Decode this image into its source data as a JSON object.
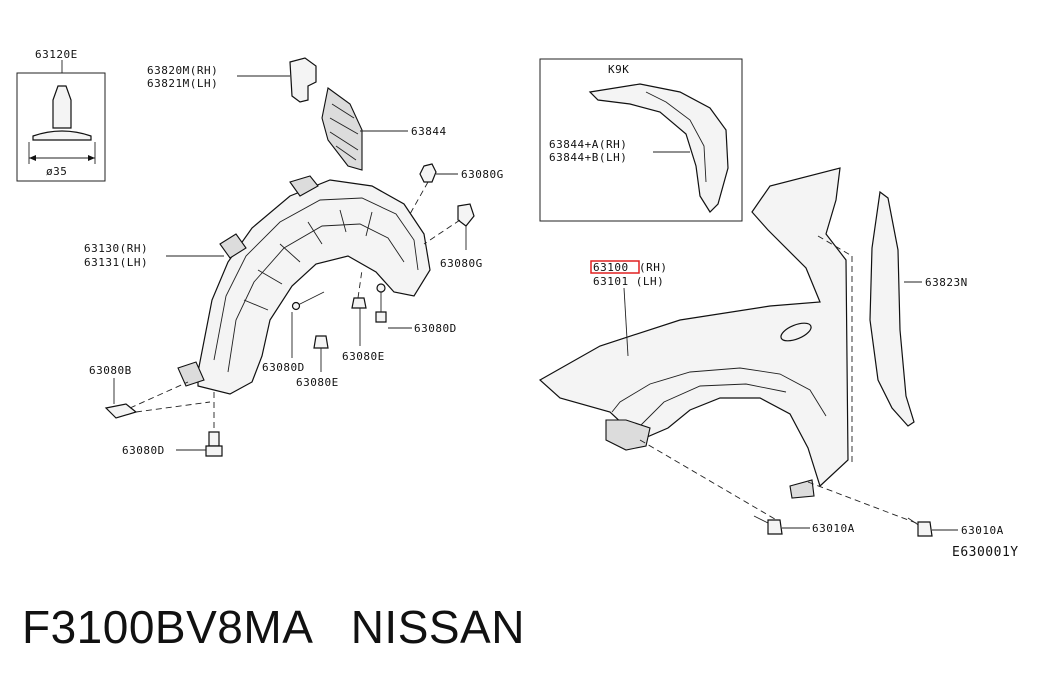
{
  "diagram_code": "E630001Y",
  "footer": {
    "part_number": "F3100BV8MA",
    "brand": "NISSAN"
  },
  "labels": {
    "clip_box": "63120E",
    "clip_dim": "ø35",
    "bracket_rh": "63820M(RH)",
    "bracket_lh": "63821M(LH)",
    "pad": "63844",
    "screw_g1": "63080G",
    "screw_g2": "63080G",
    "protector_rh": "63130(RH)",
    "protector_lh": "63131(LH)",
    "screw_d1": "63080D",
    "screw_d_center": "63080D",
    "screw_e1": "63080E",
    "screw_e2": "63080E",
    "nut_b": "63080B",
    "screw_d_bottom": "63080D",
    "inset_code": "K9K",
    "inset_rh": "63844+A(RH)",
    "inset_lh": "63844+B(LH)",
    "fender_rh_num": "63100",
    "fender_rh_side": "(RH)",
    "fender_lh": "63101 (LH)",
    "seal": "63823N",
    "bolt_a1": "63010A",
    "bolt_a2": "63010A"
  },
  "highlight": "#e02020"
}
